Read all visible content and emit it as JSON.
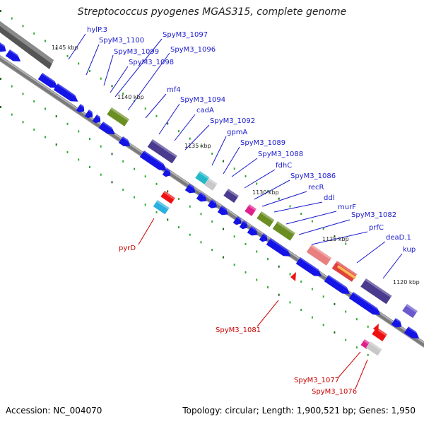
{
  "title": "Streptococcus pyogenes MGAS315, complete genome",
  "footer": {
    "accession": "Accession: NC_004070",
    "summary": "Topology: circular; Length: 1,900,521 bp; Genes: 1,950"
  },
  "colors": {
    "gene_label": "#1a1acc",
    "highlight_label": "#cc0000",
    "forward_gene": "#1a1aee",
    "backbone": "#777777",
    "tick": "#228822"
  },
  "ruler_labels": [
    "1145 kbp",
    "1140 kbp",
    "1135 kbp",
    "1130 kbp",
    "1125 kbp",
    "1120 kbp"
  ],
  "gene_labels": [
    "hylP.3",
    "SpyM3_1100",
    "SpyM3_1099",
    "SpyM3_1098",
    "SpyM3_1097",
    "SpyM3_1096",
    "mf4",
    "SpyM3_1094",
    "cadA",
    "SpyM3_1092",
    "gpmA",
    "SpyM3_1089",
    "SpyM3_1088",
    "fdhC",
    "SpyM3_1086",
    "recR",
    "ddl",
    "murF",
    "SpyM3_1082",
    "prfC",
    "deaD.1",
    "kup"
  ],
  "highlight_labels": [
    "pyrD",
    "SpyM3_1081",
    "SpyM3_1077",
    "SpyM3_1076"
  ]
}
